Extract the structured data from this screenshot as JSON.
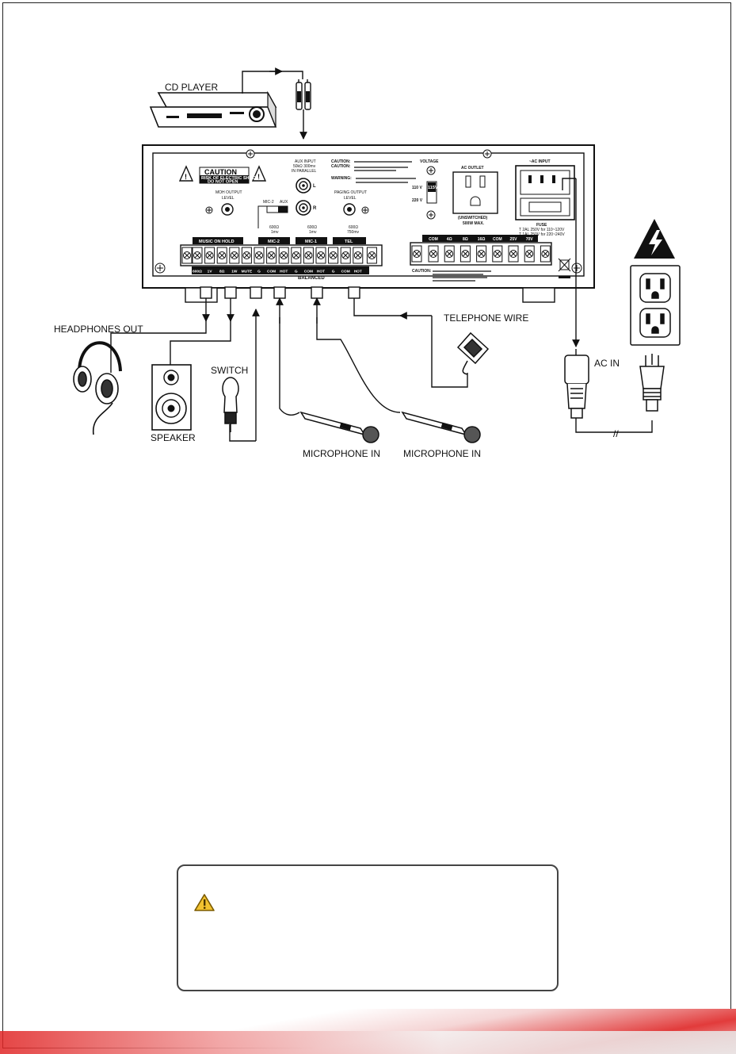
{
  "labels": {
    "cd_player": "CD PLAYER",
    "headphones_out": "HEADPHONES OUT",
    "speaker": "SPEAKER",
    "switch": "SWITCH",
    "microphone_in": "MICROPHONE IN",
    "telephone_wire": "TELEPHONE WIRE",
    "ac_in": "AC IN"
  },
  "panel": {
    "caution_title": "CAUTION",
    "caution_line1": "RISK OF ELECTRIC SHOCK",
    "caution_line2": "DO NOT OPEN",
    "moh_output": "MOH OUTPUT",
    "paging_output": "PAGING OUTPUT",
    "level": "LEVEL",
    "aux_input": "AUX INPUT",
    "aux_line2": "50kΩ 300mv",
    "aux_line3": "IN PARALLEL",
    "aux_l": "L",
    "aux_r": "R",
    "switch_mic2": "MIC-2",
    "switch_aux": "AUX",
    "caution_label": "CAUTION:",
    "warning_label": "WARNING:",
    "voltage": "VOLTAGE",
    "v110": "110 V",
    "v220": "220 V",
    "v_switch": "115V",
    "ac_outlet": "AC OUTLET",
    "unswitched": "(UNSWITCHED)",
    "max_watts": "500W MAX.",
    "ac_input": "~AC INPUT",
    "fuse": "FUSE",
    "fuse_line1": "T 2AL 250V for 110~120V",
    "fuse_line2": "T 1AL 250V for 220~240V",
    "group_moh": "MUSIC ON HOLD",
    "group_mic2": "MIC-2",
    "group_mic1": "MIC-1",
    "group_tel": "TEL",
    "spec_mic2_a": "600Ω",
    "spec_mic2_b": "1mv",
    "spec_mic1_a": "600Ω",
    "spec_mic1_b": "1mv",
    "spec_tel_a": "600Ω",
    "spec_tel_b": "750mv",
    "balanced": "BALANCED",
    "left_terminals": [
      "600Ω",
      "1V",
      "8Ω",
      "1W",
      "MUTE",
      "G",
      "COM",
      "HOT",
      "G",
      "COM",
      "HOT",
      "G",
      "COM",
      "HOT"
    ],
    "right_terminals": [
      "COM",
      "4Ω",
      "8Ω",
      "16Ω",
      "COM",
      "25V",
      "70V"
    ],
    "bottom_caution": "CAUTION:"
  },
  "colors": {
    "line": "#111111",
    "warning_yellow": "#f2c230",
    "accent_red": "#e02525"
  }
}
